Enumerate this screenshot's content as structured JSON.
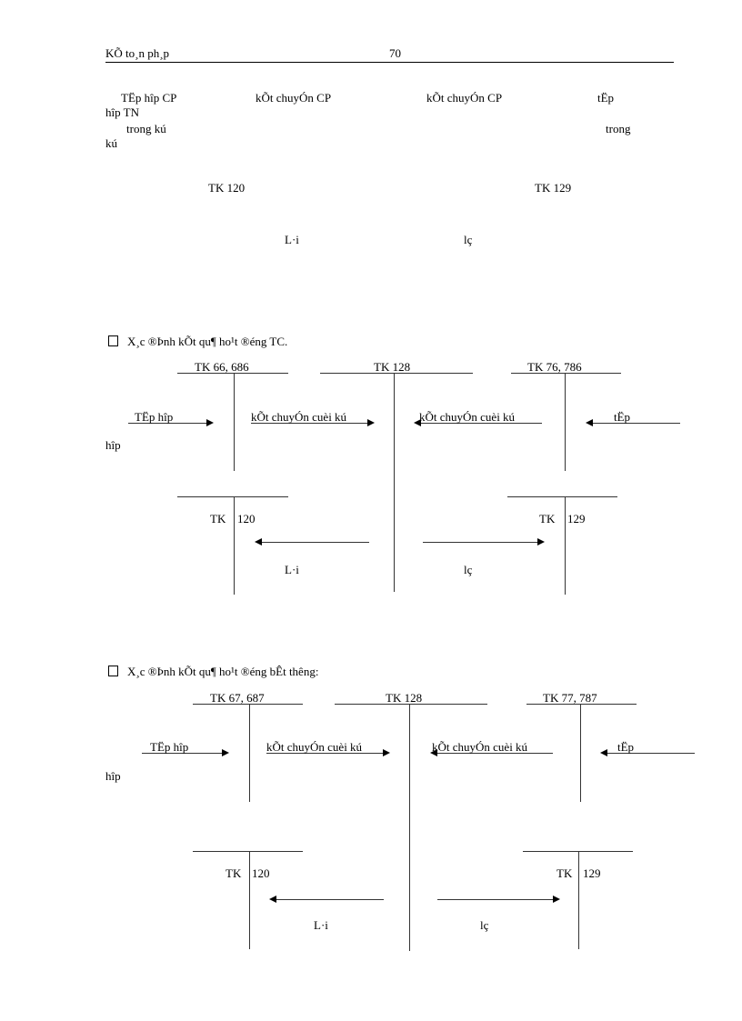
{
  "header": {
    "title": "KÕ to¸n ph¸p",
    "page_number": "70"
  },
  "section1": {
    "labels_row1": [
      "TËp hîp  CP",
      "kÕt chuyÓn  CP",
      "kÕt chuyÓn  CP",
      "tËp"
    ],
    "label_wrap1": "hîp  TN",
    "label_row2_left": "trong  kú",
    "label_row2_right": "trong",
    "label_wrap2": "kú",
    "tk_left": "TK  120",
    "tk_right": "TK  129",
    "profit": "L·i",
    "loss": "lç"
  },
  "section2": {
    "heading": "X¸c ®Þnh kÕt qu¶ ho¹t ®éng TC.",
    "accounts": [
      "TK  66, 686",
      "TK  128",
      "TK  76, 786"
    ],
    "arrows": [
      "TËp  hîp",
      "kÕt chuyÓn  cuèi  kú",
      "kÕt chuyÓn  cuèi  kú",
      "tËp"
    ],
    "wrap": "hîp",
    "tk_left_a": "TK",
    "tk_left_b": "120",
    "tk_right_a": "TK",
    "tk_right_b": "129",
    "profit": "L·i",
    "loss": "lç"
  },
  "section3": {
    "heading": "X¸c ®Þnh kÕt qu¶ ho¹t ®éng bÊt th­êng:",
    "accounts": [
      "TK  67, 687",
      "TK  128",
      "TK  77, 787"
    ],
    "arrows": [
      "TËp  hîp",
      "kÕt chuyÓn  cuèi  kú",
      "kÕt chuyÓn  cuèi  kú",
      "tËp"
    ],
    "wrap": "hîp",
    "tk_left_a": "TK",
    "tk_left_b": "120",
    "tk_right_a": "TK",
    "tk_right_b": "129",
    "profit": "L·i",
    "loss": "lç"
  }
}
